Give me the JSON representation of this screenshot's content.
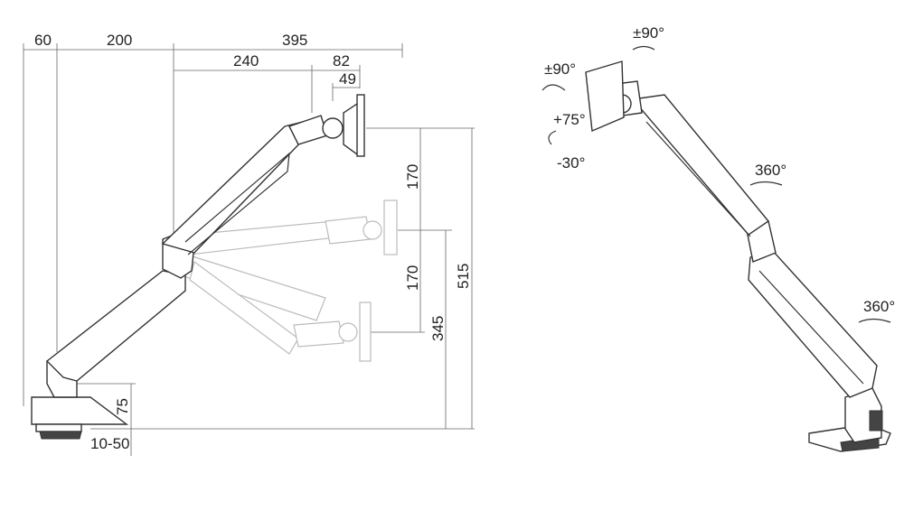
{
  "side_view": {
    "dims": {
      "d60": "60",
      "d200": "200",
      "d395": "395",
      "d240": "240",
      "d82": "82",
      "d49": "49",
      "d170a": "170",
      "d170b": "170",
      "d515": "515",
      "d345": "345",
      "d75": "75",
      "d1050": "10-50"
    }
  },
  "iso_view": {
    "rotations": {
      "tilt_top": "±90°",
      "swivel_left": "±90°",
      "tilt_up": "+75°",
      "tilt_down": "-30°",
      "elbow": "360°",
      "base": "360°"
    }
  }
}
